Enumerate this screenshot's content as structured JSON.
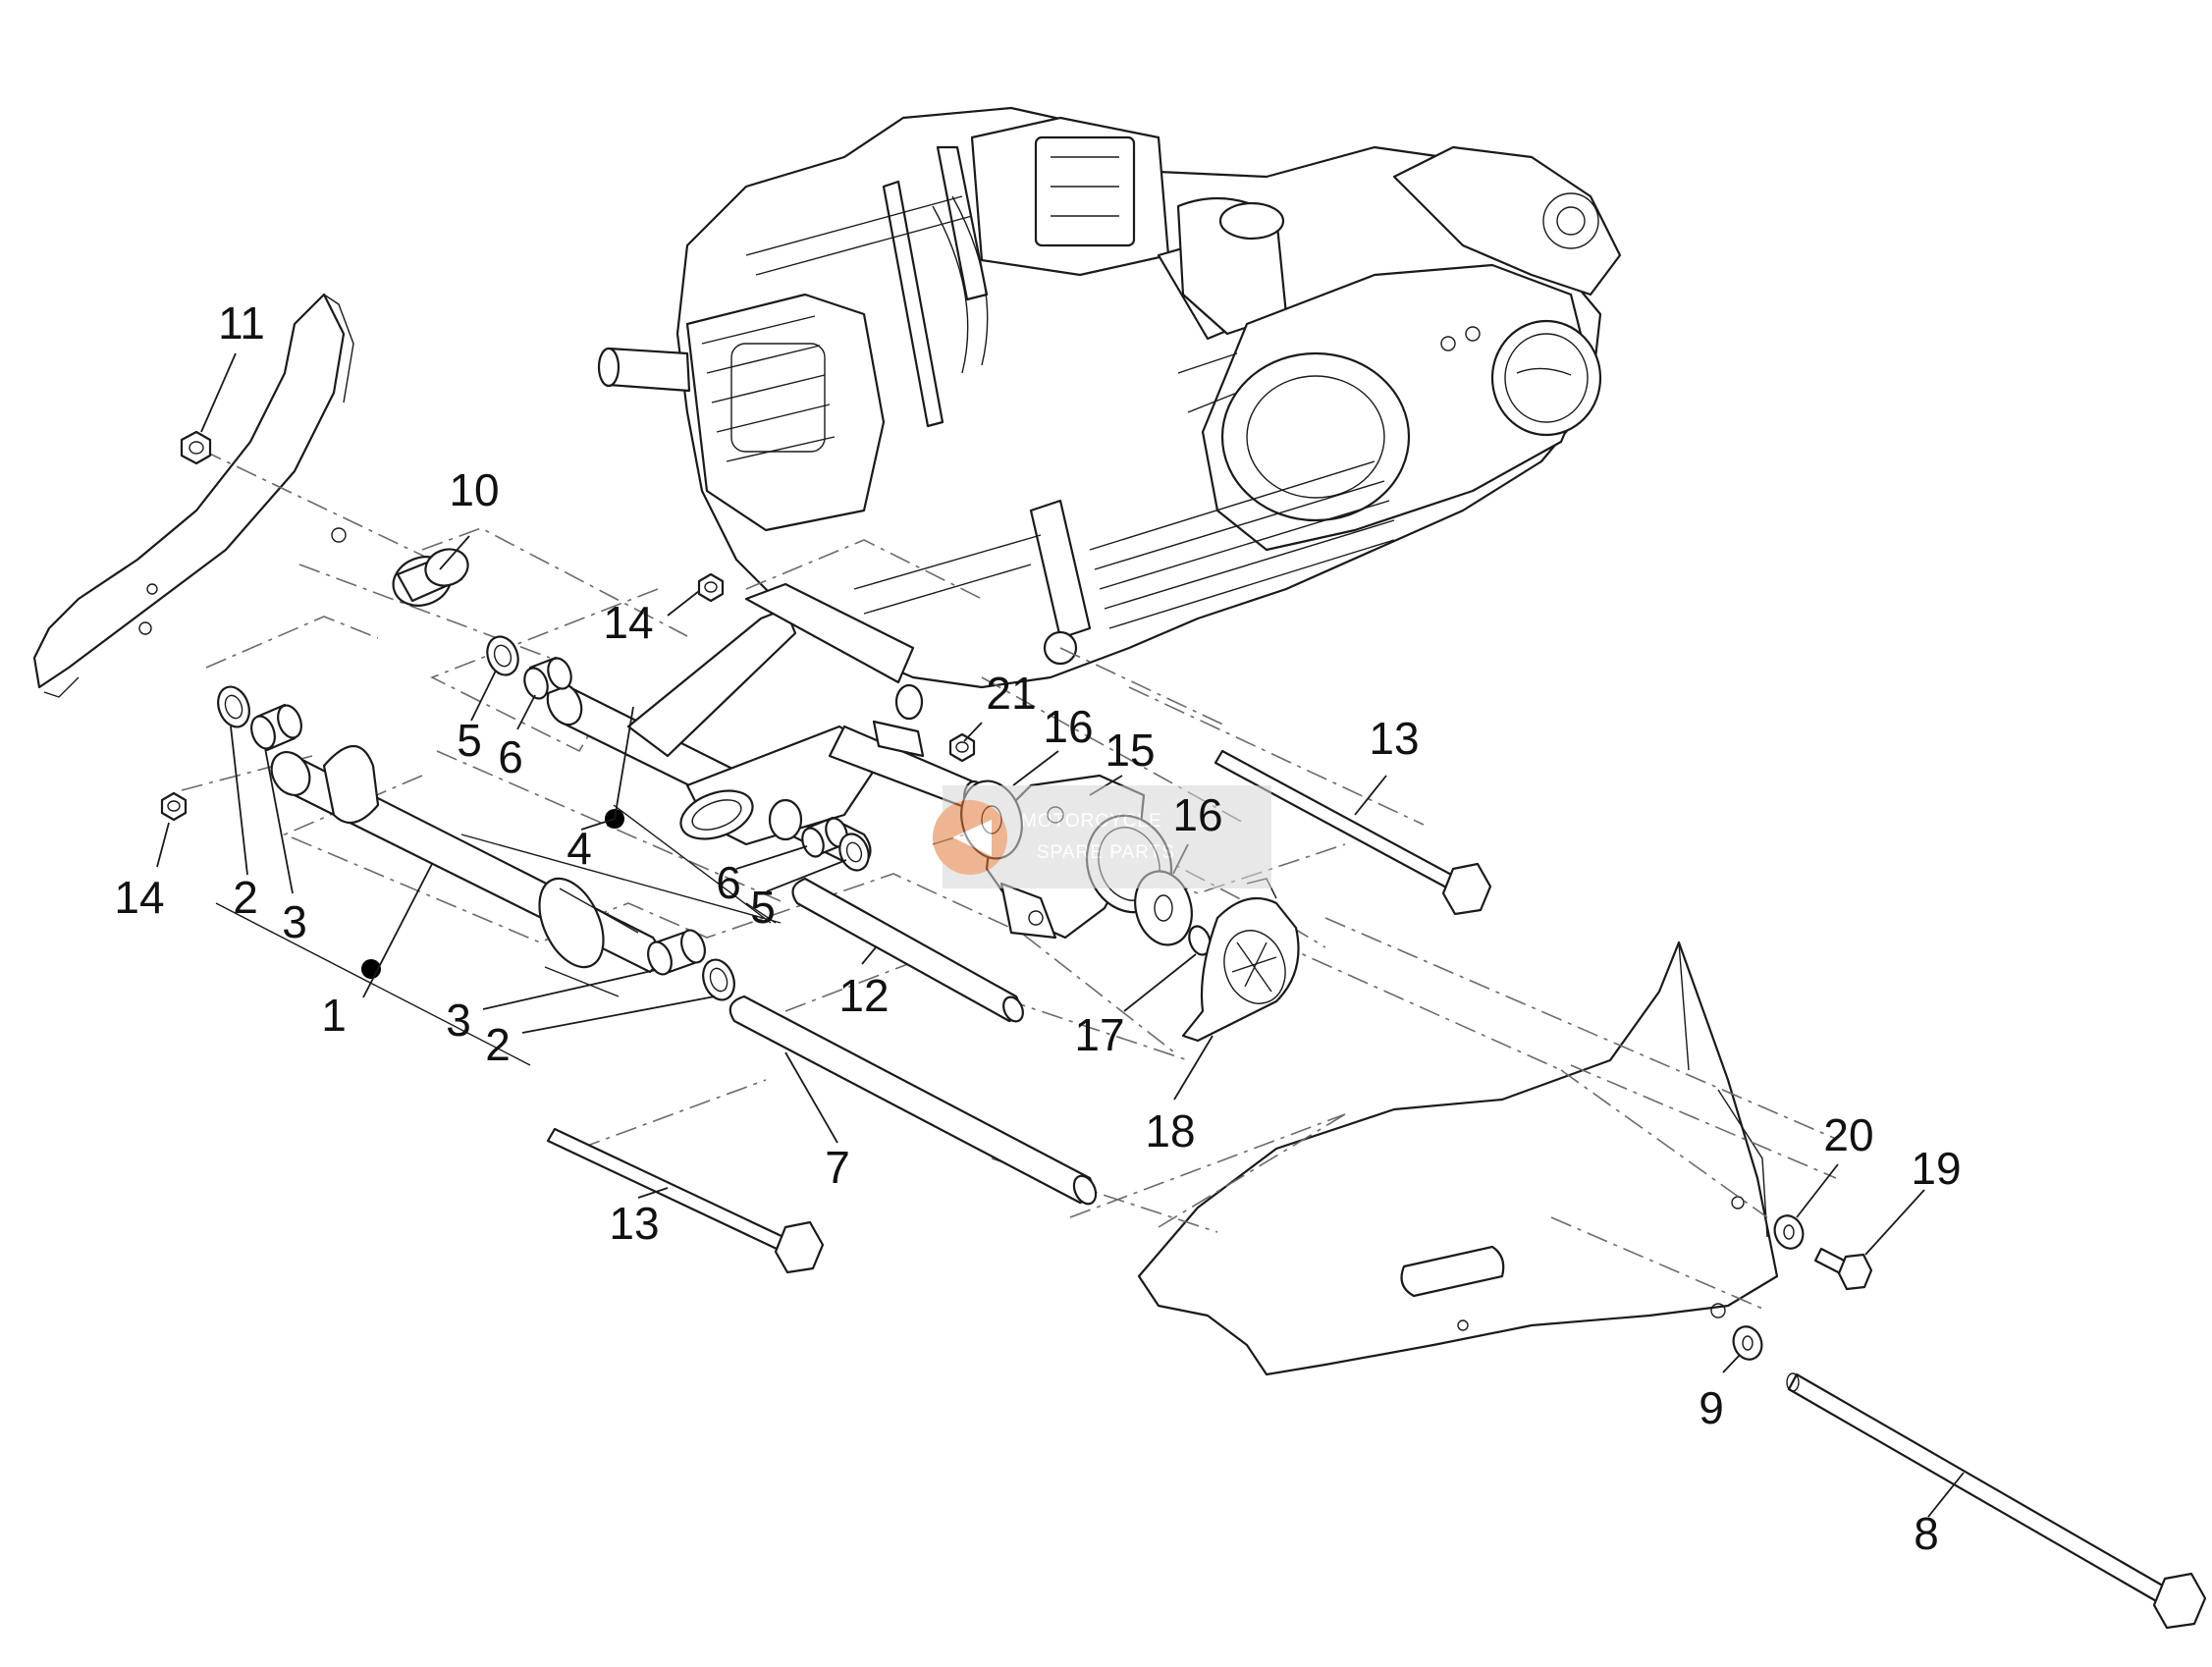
{
  "diagram": {
    "callouts": [
      {
        "id": "c1",
        "label": "1"
      },
      {
        "id": "c2a",
        "label": "2"
      },
      {
        "id": "c2b",
        "label": "2"
      },
      {
        "id": "c3a",
        "label": "3"
      },
      {
        "id": "c3b",
        "label": "3"
      },
      {
        "id": "c4",
        "label": "4"
      },
      {
        "id": "c5a",
        "label": "5"
      },
      {
        "id": "c5b",
        "label": "5"
      },
      {
        "id": "c6a",
        "label": "6"
      },
      {
        "id": "c6b",
        "label": "6"
      },
      {
        "id": "c7",
        "label": "7"
      },
      {
        "id": "c8",
        "label": "8"
      },
      {
        "id": "c9",
        "label": "9"
      },
      {
        "id": "c10",
        "label": "10"
      },
      {
        "id": "c11",
        "label": "11"
      },
      {
        "id": "c12",
        "label": "12"
      },
      {
        "id": "c13a",
        "label": "13"
      },
      {
        "id": "c13b",
        "label": "13"
      },
      {
        "id": "c14a",
        "label": "14"
      },
      {
        "id": "c14b",
        "label": "14"
      },
      {
        "id": "c15",
        "label": "15"
      },
      {
        "id": "c16a",
        "label": "16"
      },
      {
        "id": "c16b",
        "label": "16"
      },
      {
        "id": "c17",
        "label": "17"
      },
      {
        "id": "c18",
        "label": "18"
      },
      {
        "id": "c19",
        "label": "19"
      },
      {
        "id": "c20",
        "label": "20"
      },
      {
        "id": "c21",
        "label": "21"
      }
    ],
    "watermark": {
      "line1": "MOTORCYCLE",
      "line2": "SPARE PARTS",
      "color": "#e07a3a"
    },
    "colors": {
      "line": "#1a1a1a",
      "ghost": "#b8b8b8",
      "background": "#ffffff"
    }
  }
}
